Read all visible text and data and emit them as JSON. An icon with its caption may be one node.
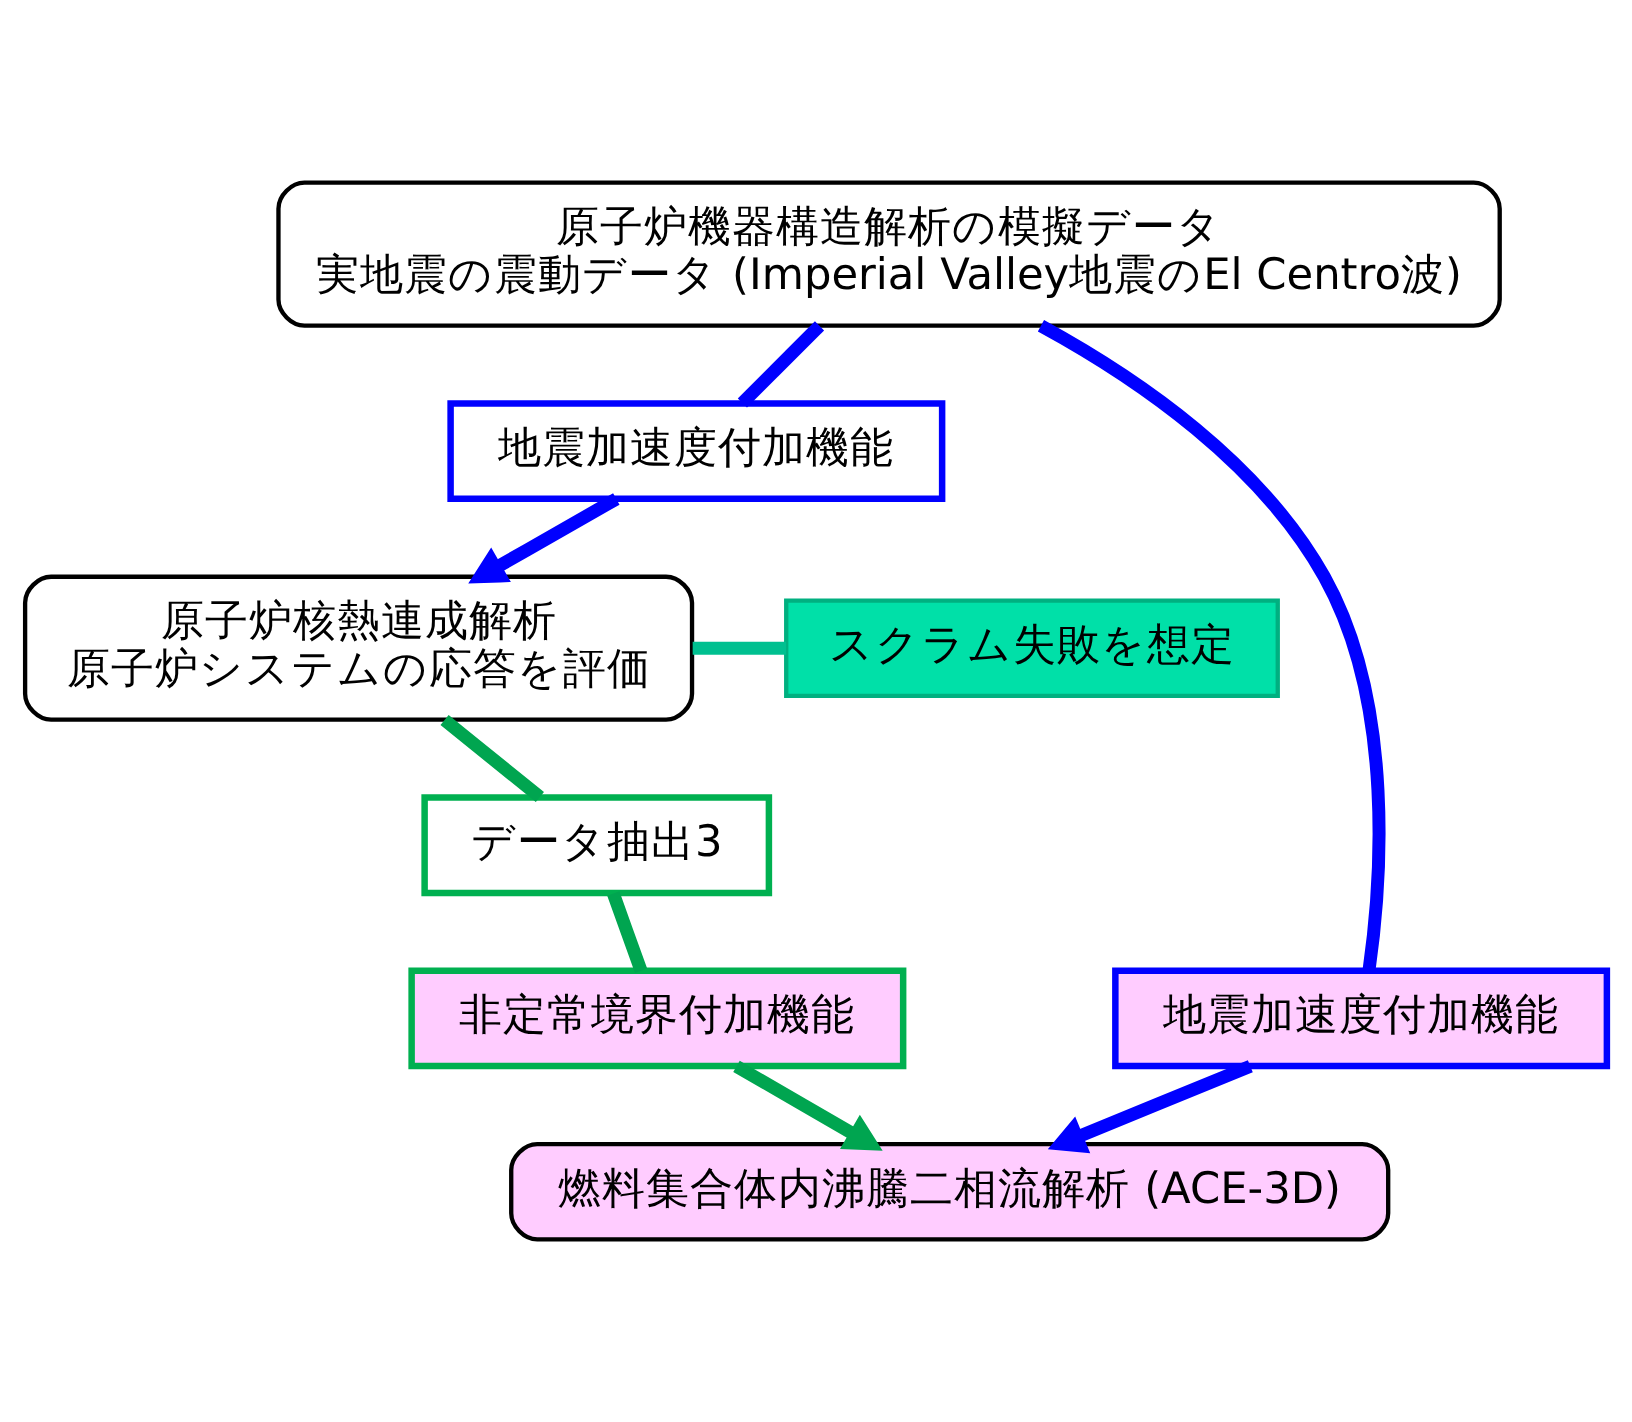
{
  "diagram": {
    "nodes": [
      {
        "text": [
          "原子炉機器構造解析の模擬データ",
          "実地震の震動データ (Imperial Valley地震のEl Centro波)"
        ]
      },
      {
        "text": [
          "地震加速度付加機能"
        ]
      },
      {
        "text": [
          "原子炉核熱連成解析",
          "原子炉システムの応答を評価"
        ]
      },
      {
        "text": [
          "スクラム失敗を想定"
        ]
      },
      {
        "text": [
          "データ抽出3"
        ]
      },
      {
        "text": [
          "非定常境界付加機能"
        ]
      },
      {
        "text": [
          "地震加速度付加機能"
        ]
      },
      {
        "text": [
          "燃料集合体内沸騰二相流解析 (ACE-3D)"
        ]
      }
    ],
    "edges": [
      {
        "from": 0,
        "to": 1,
        "arrow": "none",
        "color": "#0000ff"
      },
      {
        "from": 1,
        "to": 2,
        "arrow": "to",
        "color": "#0000ff"
      },
      {
        "from": 3,
        "to": 2,
        "arrow": "none",
        "color": "#00c090"
      },
      {
        "from": 2,
        "to": 4,
        "arrow": "none",
        "color": "#00a550"
      },
      {
        "from": 4,
        "to": 5,
        "arrow": "none",
        "color": "#00a550"
      },
      {
        "from": 5,
        "to": 7,
        "arrow": "to",
        "color": "#00a550"
      },
      {
        "from": 0,
        "to": 6,
        "arrow": "none",
        "color": "#0000ff"
      },
      {
        "from": 6,
        "to": 7,
        "arrow": "to",
        "color": "#0000ff"
      }
    ]
  }
}
